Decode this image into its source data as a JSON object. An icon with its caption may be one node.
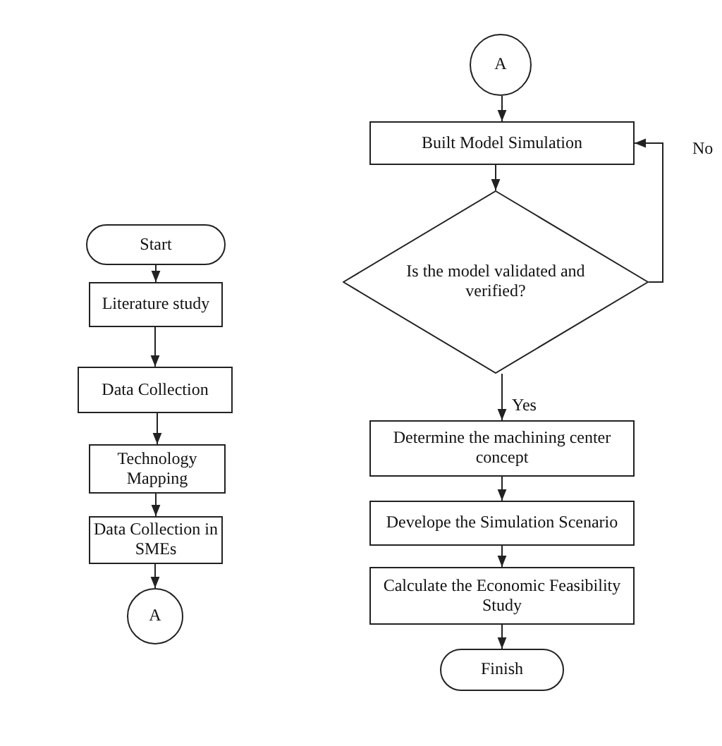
{
  "diagram": {
    "nodes": [
      {
        "text": [
          "Start"
        ]
      },
      {
        "text": [
          "Literature study"
        ]
      },
      {
        "text": [
          "Data Collection"
        ]
      },
      {
        "text": [
          "Technology Mapping"
        ]
      },
      {
        "text": [
          "Data Collection in SMEs"
        ]
      },
      {
        "text": [
          "A"
        ]
      },
      {
        "text": [
          "A"
        ]
      },
      {
        "text": [
          "Built Model Simulation"
        ]
      },
      {
        "text": [
          "Is the model validated and verified?"
        ]
      },
      {
        "text": [
          "Determine the machining center concept"
        ]
      },
      {
        "text": [
          "Develope the Simulation Scenario"
        ]
      },
      {
        "text": [
          "Calculate the Economic Feasibility Study"
        ]
      },
      {
        "text": [
          "Finish"
        ]
      }
    ],
    "edges": [
      {
        "from": 0,
        "to": 1,
        "arrow": "to"
      },
      {
        "from": 1,
        "to": 2,
        "arrow": "to"
      },
      {
        "from": 2,
        "to": 3,
        "arrow": "to"
      },
      {
        "from": 3,
        "to": 4,
        "arrow": "to"
      },
      {
        "from": 4,
        "to": 5,
        "arrow": "to"
      },
      {
        "from": 6,
        "to": 7,
        "arrow": "to"
      },
      {
        "from": 7,
        "to": 8,
        "arrow": "to"
      },
      {
        "from": 8,
        "to": 9,
        "arrow": "to",
        "label": "Yes"
      },
      {
        "from": 8,
        "to": 7,
        "arrow": "to",
        "label": "No"
      },
      {
        "from": 9,
        "to": 10,
        "arrow": "to"
      },
      {
        "from": 10,
        "to": 11,
        "arrow": "to"
      },
      {
        "from": 11,
        "to": 12,
        "arrow": "to"
      }
    ]
  }
}
